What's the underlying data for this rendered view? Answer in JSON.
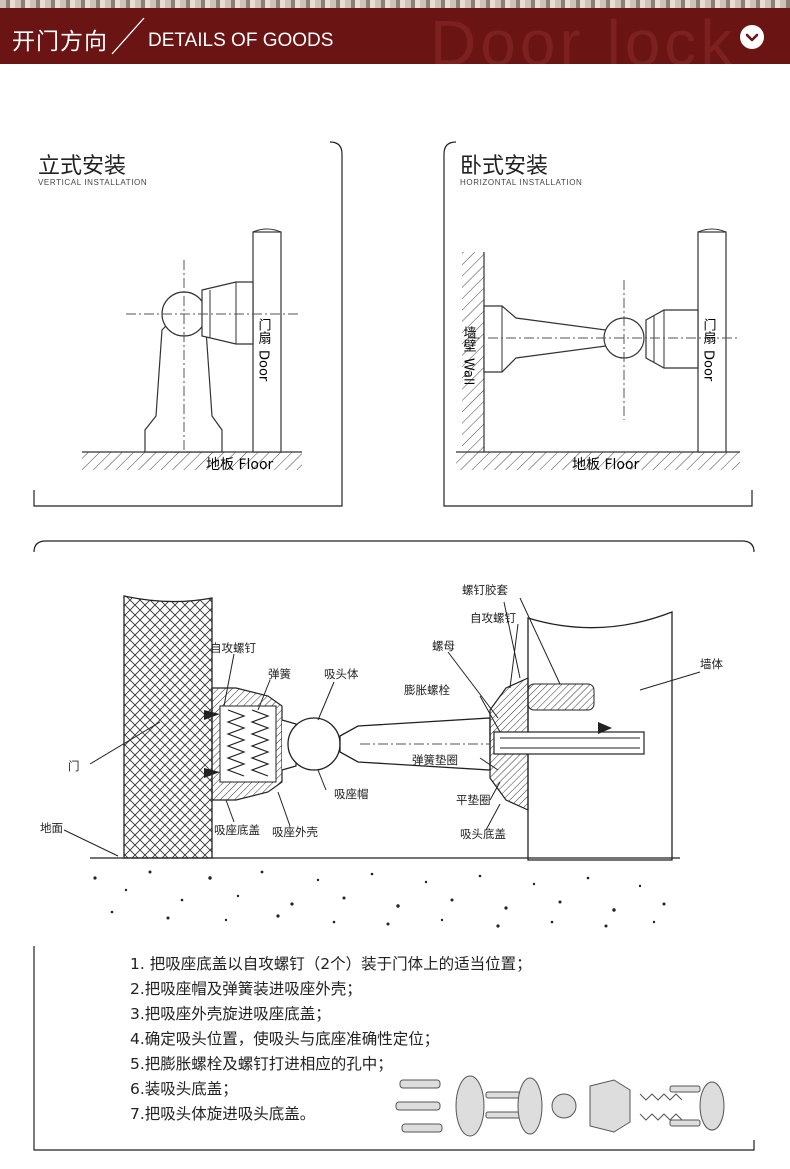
{
  "header": {
    "title_cn": "开门方向",
    "title_en": "DETAILS OF GOODS",
    "watermark": "Door lock"
  },
  "vertical": {
    "title": "立式安装",
    "subtitle": "Vertical installation",
    "door_label_cn": "门扇",
    "door_label_en": "Door",
    "floor_label": "地板 Floor"
  },
  "horizontal": {
    "title": "卧式安装",
    "subtitle": "Horizontal installation",
    "wall_label_cn": "墙壁",
    "wall_label_en": "Wall",
    "door_label_cn": "门扇",
    "door_label_en": "Door",
    "floor_label": "地板 Floor"
  },
  "parts": {
    "self_tap_screw_left": "自攻螺钉",
    "spring": "弹簧",
    "head_body": "吸头体",
    "screw_sleeve": "螺钉胶套",
    "self_tap_screw_right": "自攻螺钉",
    "nut": "螺母",
    "expansion_bolt": "膨胀螺栓",
    "wall_body": "墙体",
    "door": "门",
    "spring_washer": "弹簧垫圈",
    "seat_cap": "吸座帽",
    "flat_washer": "平垫圈",
    "ground": "地面",
    "seat_base_cover": "吸座底盖",
    "seat_shell": "吸座外壳",
    "head_base_cover": "吸头底盖"
  },
  "steps": [
    "1. 把吸座底盖以自攻螺钉（2个）装于门体上的适当位置；",
    "2.把吸座帽及弹簧装进吸座外壳；",
    "3.把吸座外壳旋进吸座底盖；",
    "4.确定吸头位置，使吸头与底座准确性定位；",
    "5.把膨胀螺栓及螺钉打进相应的孔中；",
    "6.装吸头底盖；",
    "7.把吸头体旋进吸头底盖。"
  ],
  "colors": {
    "header_bg": "#6a1414",
    "line": "#222222"
  },
  "icons": {
    "header_chevron": "chevron-down-icon"
  }
}
